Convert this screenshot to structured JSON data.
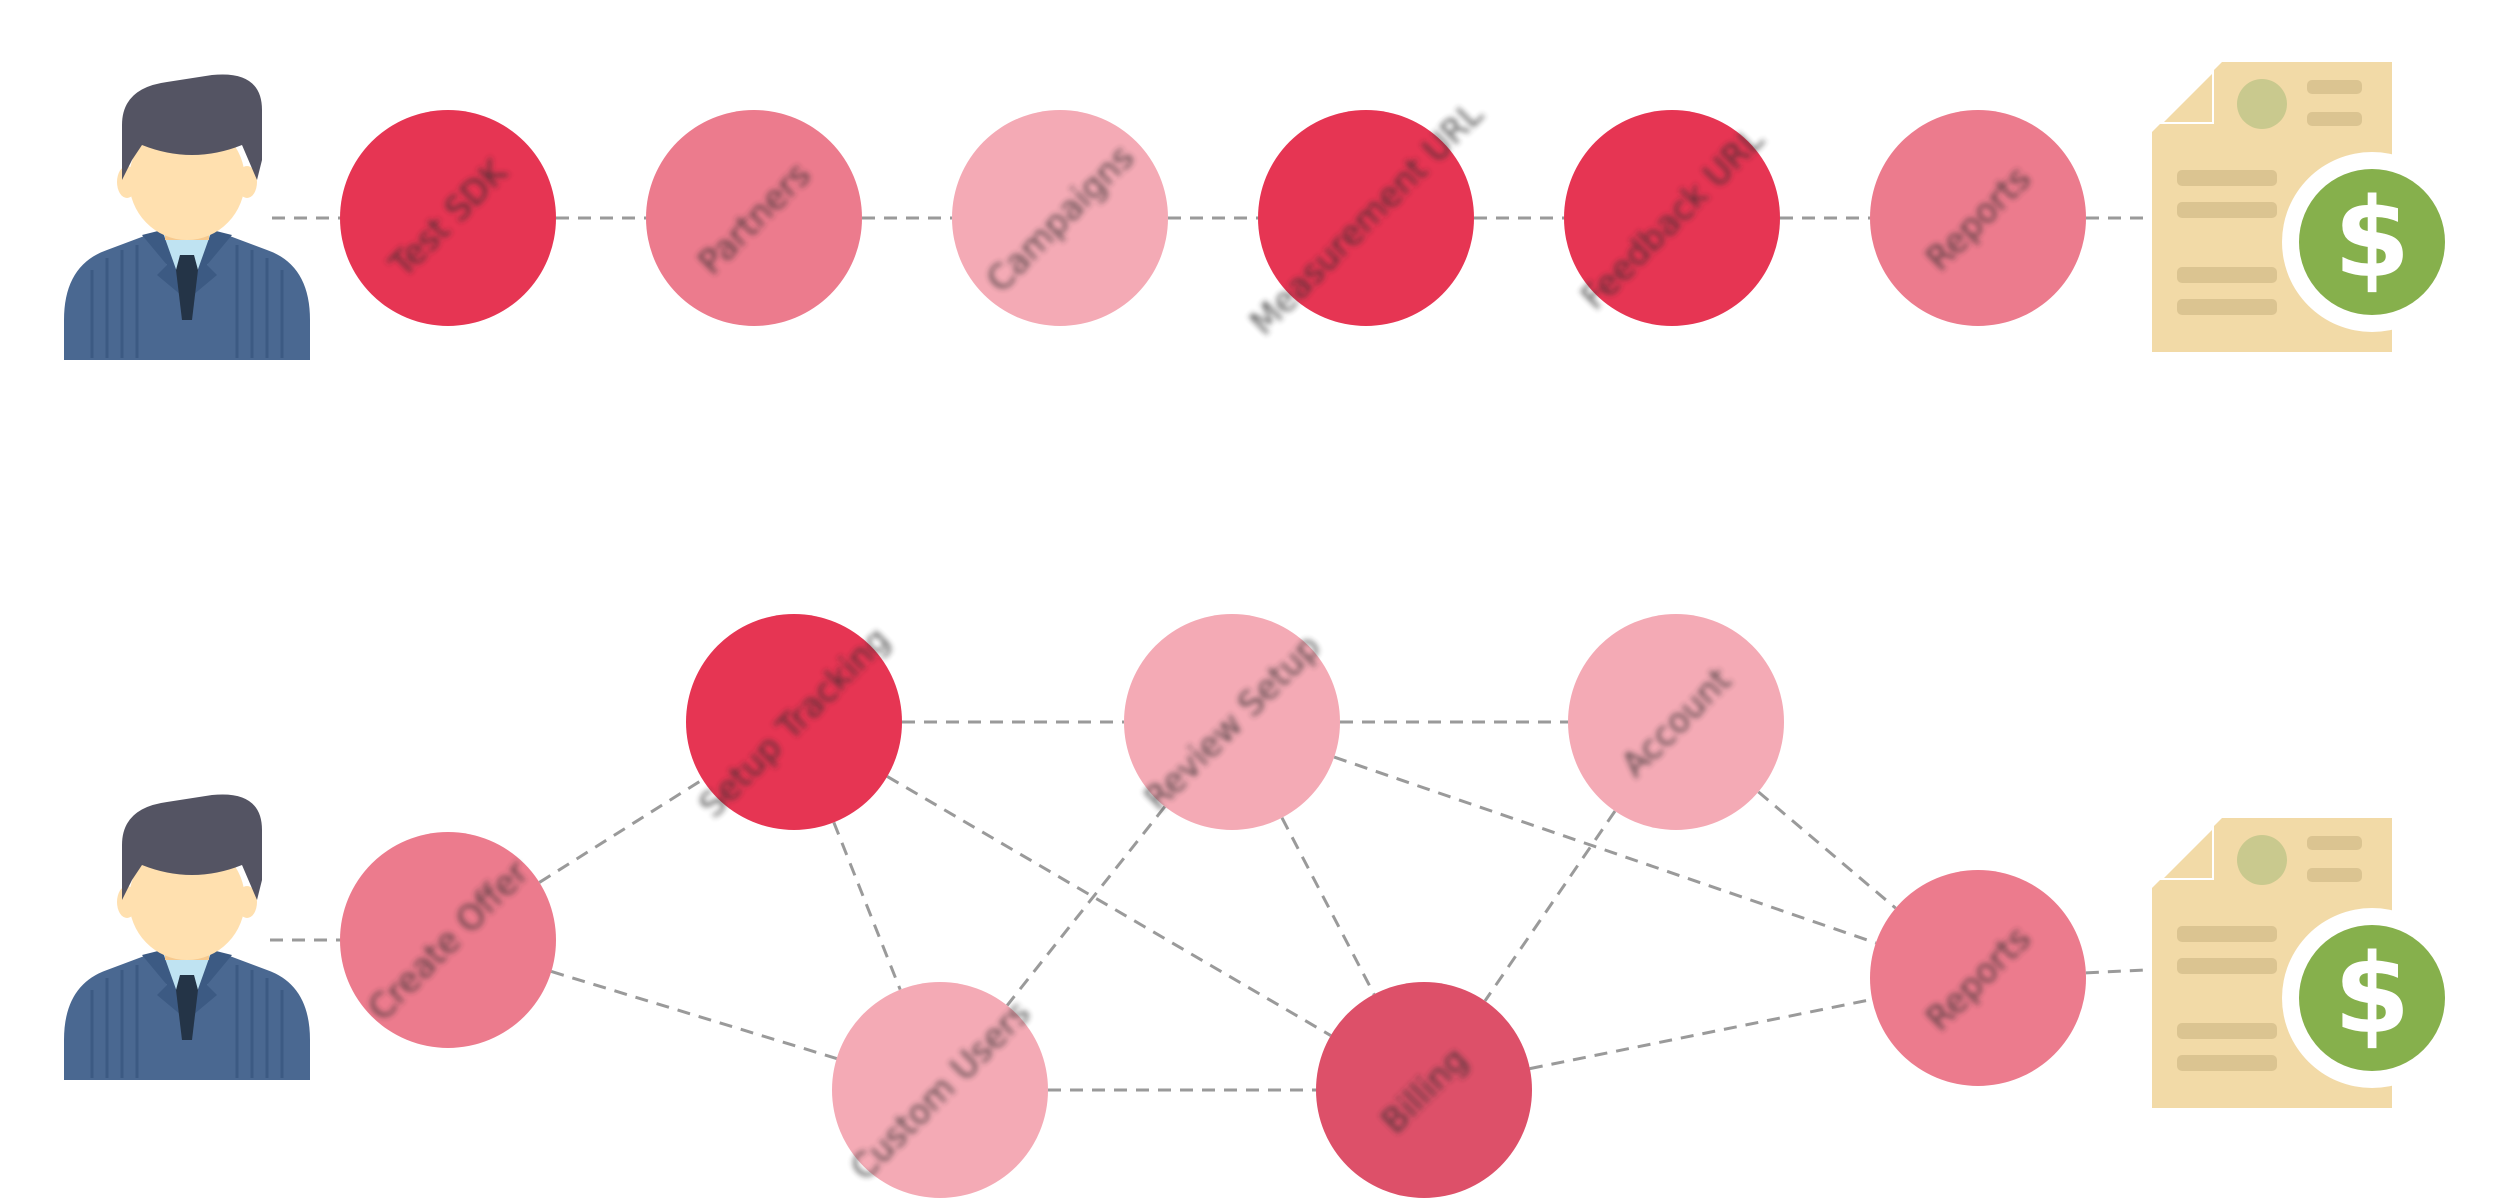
{
  "palette": {
    "strong": "#E63553",
    "medium": "#EC7B8D",
    "light": "#F4AAB5",
    "dark": "#DD5069",
    "edge": "#9A9A9A",
    "doc": "#F2DAA7",
    "doc_lines": "#DBC491",
    "dollar": "#86B04C"
  },
  "linear_flow": {
    "actor_icon": "businessman-icon",
    "end_icon": "invoice-dollar-icon",
    "steps": [
      {
        "id": "test-sdk",
        "label": "Test SDK",
        "tone": "strong"
      },
      {
        "id": "partners",
        "label": "Partners",
        "tone": "medium"
      },
      {
        "id": "campaigns",
        "label": "Campaigns",
        "tone": "light"
      },
      {
        "id": "measurement-url",
        "label": "Measurement URL",
        "tone": "strong"
      },
      {
        "id": "feedback-url",
        "label": "Feedback URL",
        "tone": "strong"
      },
      {
        "id": "reports",
        "label": "Reports",
        "tone": "medium"
      }
    ]
  },
  "network_flow": {
    "actor_icon": "businessman-icon",
    "end_icon": "invoice-dollar-icon",
    "nodes": [
      {
        "id": "create-offer",
        "label": "Create Offer",
        "tone": "medium"
      },
      {
        "id": "setup-tracking",
        "label": "Setup Tracking",
        "tone": "strong"
      },
      {
        "id": "custom-users",
        "label": "Custom Users",
        "tone": "light"
      },
      {
        "id": "review-setup",
        "label": "Review Setup",
        "tone": "light"
      },
      {
        "id": "billing",
        "label": "Billing",
        "tone": "dark"
      },
      {
        "id": "account",
        "label": "Account",
        "tone": "light"
      },
      {
        "id": "reports",
        "label": "Reports",
        "tone": "medium"
      }
    ],
    "edges": [
      [
        "actor",
        "create-offer"
      ],
      [
        "create-offer",
        "setup-tracking"
      ],
      [
        "create-offer",
        "custom-users"
      ],
      [
        "setup-tracking",
        "review-setup"
      ],
      [
        "setup-tracking",
        "custom-users"
      ],
      [
        "setup-tracking",
        "billing"
      ],
      [
        "review-setup",
        "account"
      ],
      [
        "review-setup",
        "custom-users"
      ],
      [
        "review-setup",
        "billing"
      ],
      [
        "review-setup",
        "reports"
      ],
      [
        "account",
        "billing"
      ],
      [
        "account",
        "reports"
      ],
      [
        "custom-users",
        "billing"
      ],
      [
        "billing",
        "reports"
      ],
      [
        "reports",
        "end"
      ]
    ]
  }
}
